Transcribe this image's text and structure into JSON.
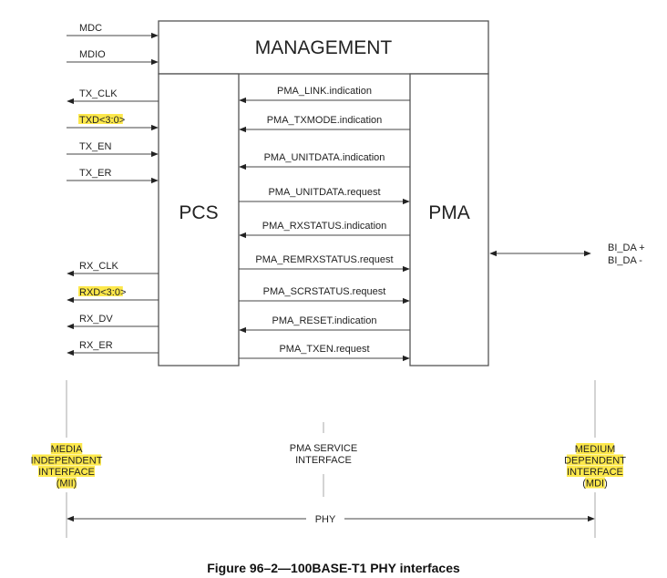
{
  "blocks": {
    "management": "MANAGEMENT",
    "pcs": "PCS",
    "pma": "PMA"
  },
  "mii_signals": [
    {
      "label": "MDC",
      "direction": "in",
      "highlight": false
    },
    {
      "label": "MDIO",
      "direction": "in",
      "highlight": false
    },
    {
      "label": "TX_CLK",
      "direction": "out",
      "highlight": false
    },
    {
      "label": "TXD<3:0>",
      "direction": "in",
      "highlight": true
    },
    {
      "label": "TX_EN",
      "direction": "in",
      "highlight": false
    },
    {
      "label": "TX_ER",
      "direction": "in",
      "highlight": false
    },
    {
      "label": "RX_CLK",
      "direction": "out",
      "highlight": false
    },
    {
      "label": "RXD<3:0>",
      "direction": "out",
      "highlight": true
    },
    {
      "label": "RX_DV",
      "direction": "out",
      "highlight": false
    },
    {
      "label": "RX_ER",
      "direction": "out",
      "highlight": false
    }
  ],
  "pma_primitives": [
    {
      "label": "PMA_LINK.indication",
      "direction": "to-pcs"
    },
    {
      "label": "PMA_TXMODE.indication",
      "direction": "to-pcs"
    },
    {
      "label": "PMA_UNITDATA.indication",
      "direction": "to-pcs"
    },
    {
      "label": "PMA_UNITDATA.request",
      "direction": "to-pma"
    },
    {
      "label": "PMA_RXSTATUS.indication",
      "direction": "to-pcs"
    },
    {
      "label": "PMA_REMRXSTATUS.request",
      "direction": "to-pma"
    },
    {
      "label": "PMA_SCRSTATUS.request",
      "direction": "to-pma"
    },
    {
      "label": "PMA_RESET.indication",
      "direction": "to-pcs"
    },
    {
      "label": "PMA_TXEN.request",
      "direction": "to-pma"
    }
  ],
  "mdi_signals": [
    "BI_DA +",
    "BI_DA -"
  ],
  "interfaces": {
    "mii": [
      "MEDIA",
      "INDEPENDENT",
      "INTERFACE",
      "(MII)"
    ],
    "pma_service": [
      "PMA SERVICE",
      "INTERFACE"
    ],
    "mdi": [
      "MEDIUM",
      "DEPENDENT",
      "INTERFACE",
      "(MDI)"
    ]
  },
  "phy_label": "PHY",
  "caption": "Figure 96–2—100BASE-T1 PHY interfaces",
  "colors": {
    "highlight": "#fde84b",
    "line": "#444444",
    "box_border": "#555555"
  }
}
